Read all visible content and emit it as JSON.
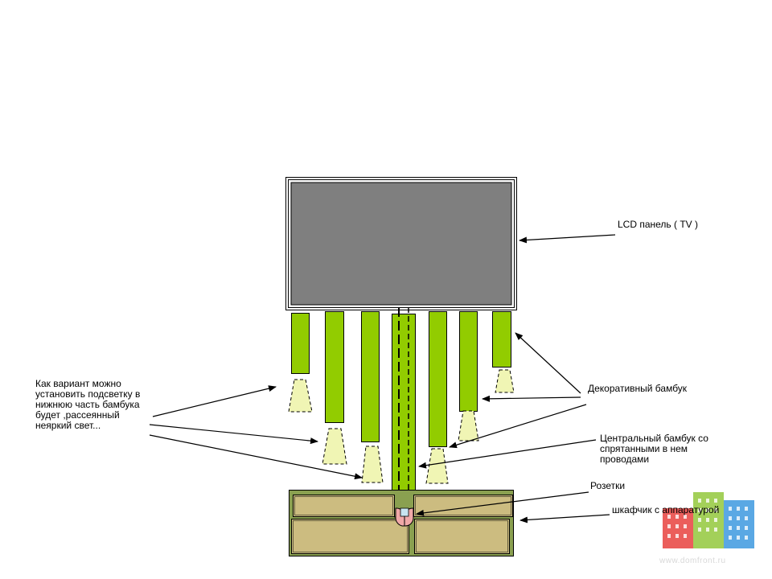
{
  "labels": {
    "lcd": "LCD  панель ( TV )",
    "decor": "Декоративный бамбук",
    "central": "Центральный бамбук со\nспрятанными в нем\nпроводами",
    "sockets": "Розетки",
    "cabinet": "шкафчик с аппаратурой",
    "backlight": "Как вариант можно\nустановить подсветку в\nнижнюю часть бамбука\nбудет ,рассеянный\nнеяркий свет..."
  },
  "watermark": {
    "text": "www.domfront.ru",
    "colors": [
      "#e8433f",
      "#94c83d",
      "#3e9ae0"
    ]
  },
  "colors": {
    "tv_frame": "#ffffff",
    "tv_screen": "#7f7f7f",
    "bamboo": "#92cc00",
    "light": "#f0f5b4",
    "cabinet": "#8aa050",
    "drawer": "#ccbc80",
    "socket": "#f0a8a8"
  }
}
